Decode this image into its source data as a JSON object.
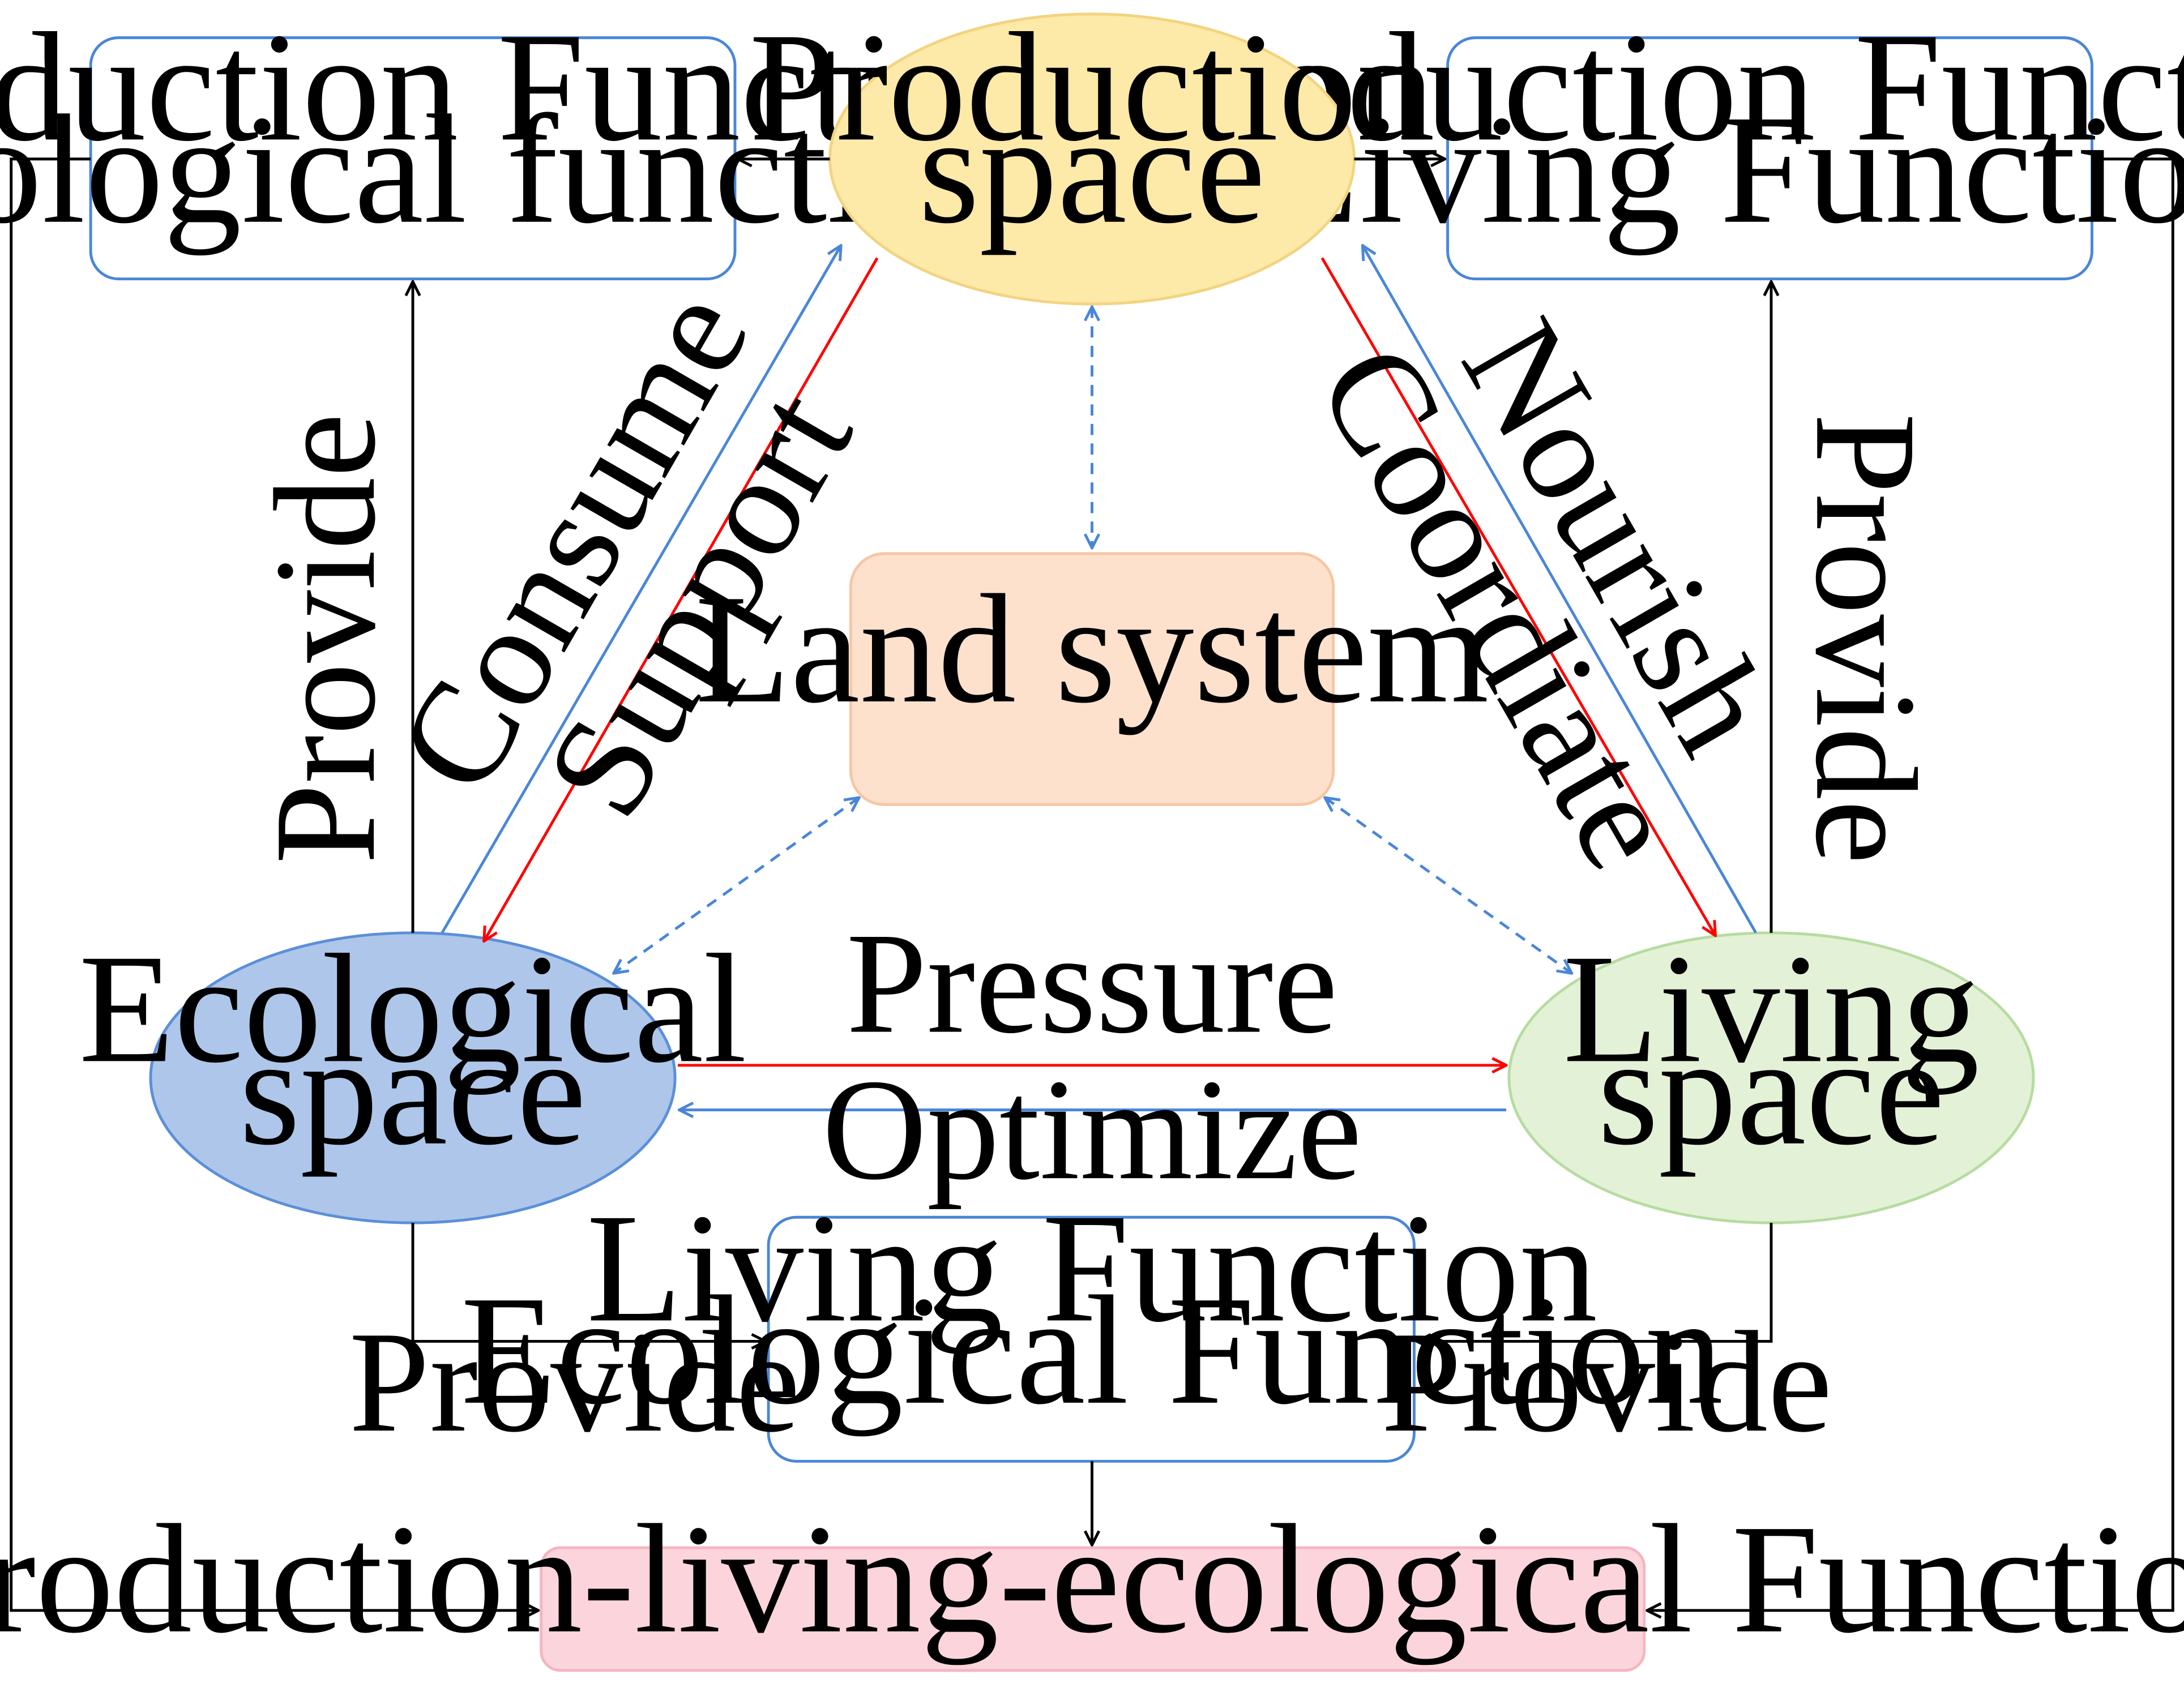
{
  "nodes": {
    "production_space": {
      "lines": [
        "Production",
        "space"
      ],
      "fill": "#fde9a8",
      "stroke": "#f2d480"
    },
    "ecological_space": {
      "lines": [
        "Ecological",
        "space"
      ],
      "fill": "#aec6ea",
      "stroke": "#5b8fd8"
    },
    "living_space": {
      "lines": [
        "Living",
        "space"
      ],
      "fill": "#e3f1d6",
      "stroke": "#b6dca0"
    },
    "land_system": {
      "lines": [
        "Land system"
      ],
      "fill": "#fde1cd",
      "stroke": "#f6c6a4"
    }
  },
  "boxes": {
    "top_left": {
      "lines": [
        "Production Function",
        "Ecological function"
      ],
      "stroke": "#4a86d8"
    },
    "top_right": {
      "lines": [
        "Production Function",
        "Living Function"
      ],
      "stroke": "#4a86d8"
    },
    "bottom_center": {
      "lines": [
        "Living Function",
        "Ecological Function"
      ],
      "stroke": "#4a86d8"
    },
    "bottom_result": {
      "lines": [
        "Production-living-ecological Function"
      ],
      "fill": "#fbd5db",
      "stroke": "#f4b6c0"
    }
  },
  "labels": {
    "consume": "Consume",
    "support": "Support",
    "nourish": "Nourish",
    "coordiate": "Coordiate",
    "pressure": "Pressure",
    "optimize": "Optimize",
    "provide_left": "Provide",
    "provide_right": "Provide",
    "provide_bottom_left": "Provide",
    "provide_bottom_right": "Provide"
  },
  "colors": {
    "red_arrow": "#ff0000",
    "blue_arrow": "#4a86d8",
    "black_arrow": "#000000"
  }
}
